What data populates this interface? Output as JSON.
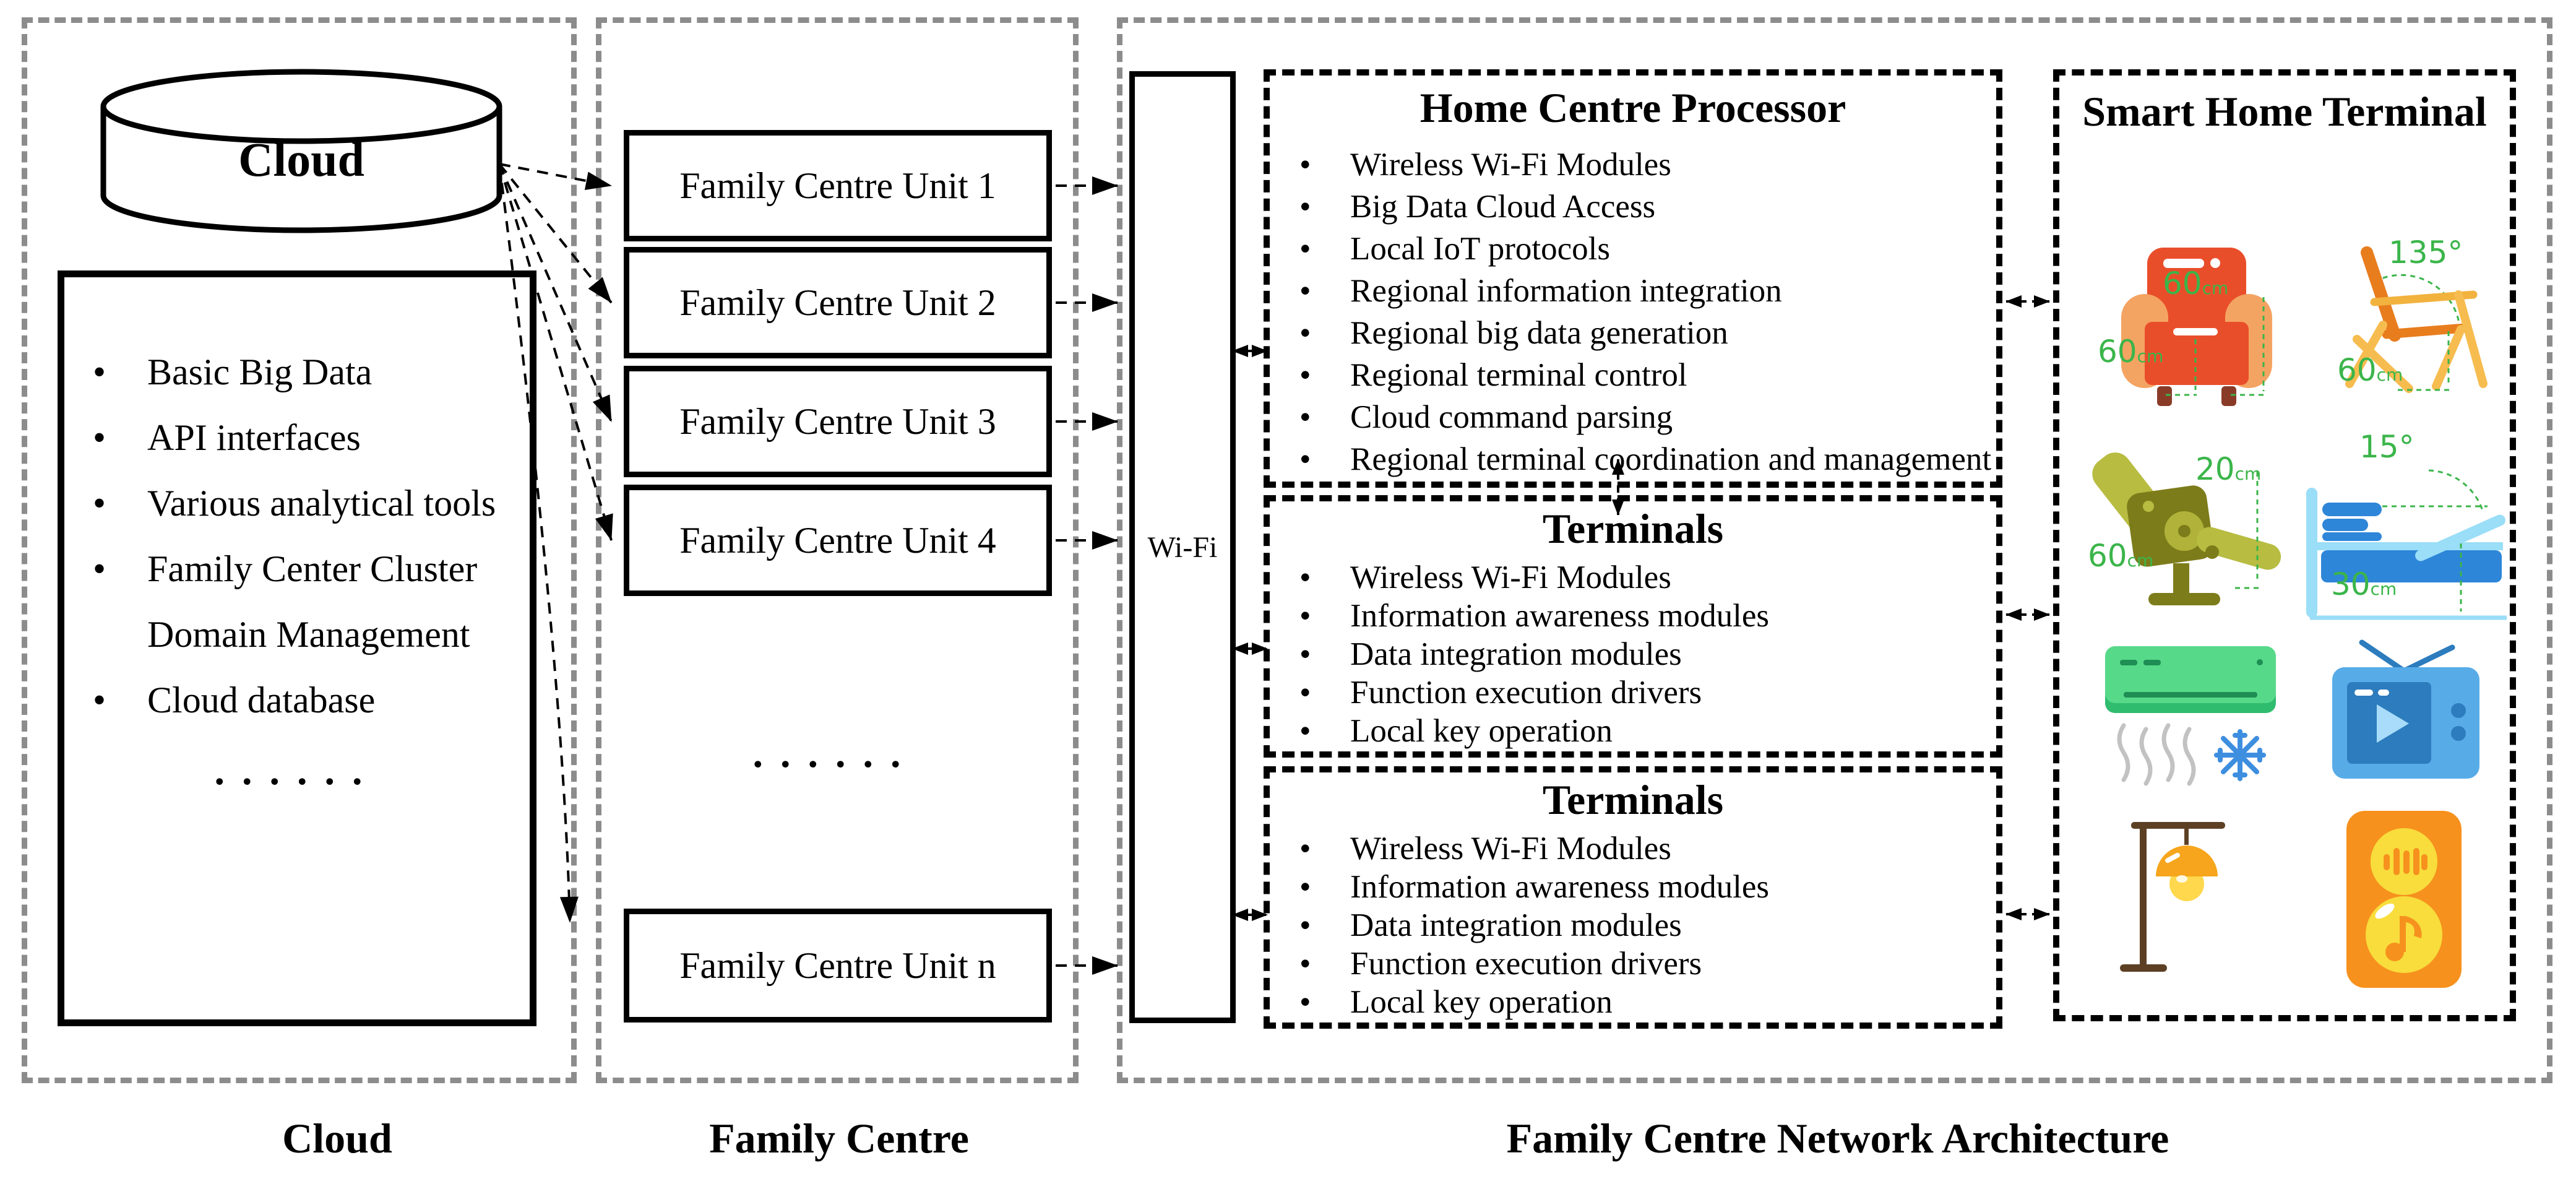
{
  "colors": {
    "line_black": "#000000",
    "border_gray": "#8c8c8c",
    "accent_green": "#3bb54a",
    "armchair_red": "#e94e2a",
    "armchair_orange": "#f4a462",
    "wood_orange": "#e87d1e",
    "wood_yellow": "#f7bc4f",
    "recliner_olive": "#7d7c1a",
    "recliner_light": "#b8bc41",
    "bed_light": "#9adef7",
    "bed_blue": "#2e86d8",
    "ac_green": "#57d98a",
    "snow_blue": "#3e8ee0",
    "tv_blue": "#57ace8",
    "tv_dark": "#2c7cbe",
    "lamp_brown": "#5d4024",
    "lamp_orange": "#f6a51c",
    "speaker_orange": "#f6911e",
    "speaker_yellow": "#f8dd3c"
  },
  "cloud": {
    "cylinder_label": "Cloud",
    "features": [
      "Basic Big Data",
      "API interfaces",
      "Various analytical tools",
      "Family Center Cluster",
      "Domain Management",
      "Cloud database"
    ],
    "ellipsis": "......",
    "section_label": "Cloud"
  },
  "family": {
    "units": [
      "Family Centre Unit 1",
      "Family Centre Unit 2",
      "Family Centre Unit 3",
      "Family Centre Unit 4",
      "Family Centre Unit n"
    ],
    "ellipsis": "......",
    "section_label": "Family Centre"
  },
  "network": {
    "wifi_label": "Wi-Fi",
    "hcp": {
      "title": "Home Centre Processor",
      "items": [
        "Wireless Wi-Fi Modules",
        "Big Data Cloud Access",
        "Local IoT protocols",
        "Regional information integration",
        "Regional big data generation",
        "Regional terminal control",
        "Cloud command parsing",
        "Regional terminal coordination and management"
      ]
    },
    "terminals": [
      {
        "title": "Terminals",
        "items": [
          "Wireless Wi-Fi Modules",
          "Information awareness modules",
          "Data integration modules",
          "Function execution drivers",
          "Local key operation"
        ]
      },
      {
        "title": "Terminals",
        "items": [
          "Wireless Wi-Fi Modules",
          "Information awareness modules",
          "Data integration modules",
          "Function execution drivers",
          "Local key operation"
        ]
      }
    ],
    "smart_home": {
      "title": "Smart Home Terminal",
      "icons": [
        {
          "name": "armchair",
          "labels": [
            {
              "value": "60",
              "unit": "cm"
            },
            {
              "value": "60",
              "unit": "cm"
            }
          ]
        },
        {
          "name": "deck-chair",
          "labels": [
            {
              "value": "135°",
              "unit": ""
            },
            {
              "value": "60",
              "unit": "cm"
            }
          ]
        },
        {
          "name": "recliner-chair",
          "labels": [
            {
              "value": "20",
              "unit": "cm"
            },
            {
              "value": "60",
              "unit": "cm"
            }
          ]
        },
        {
          "name": "adjustable-bed",
          "labels": [
            {
              "value": "15°",
              "unit": ""
            },
            {
              "value": "30",
              "unit": "cm"
            }
          ]
        },
        {
          "name": "air-conditioner",
          "labels": []
        },
        {
          "name": "television",
          "labels": []
        },
        {
          "name": "floor-lamp",
          "labels": []
        },
        {
          "name": "music-speaker",
          "labels": []
        }
      ]
    },
    "section_label": "Family Centre Network Architecture"
  }
}
